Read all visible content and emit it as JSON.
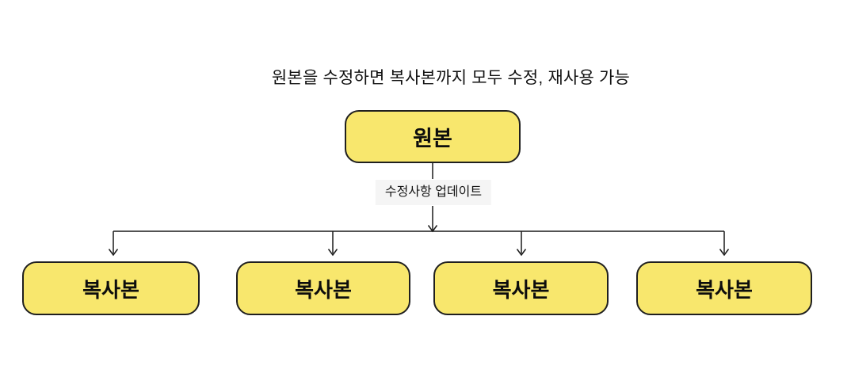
{
  "title": "원본을 수정하면 복사본까지 모두 수정, 재사용 가능",
  "diagram": {
    "root_node": {
      "label": "원본"
    },
    "edge_label": "수정사항 업데이트",
    "child_nodes": [
      {
        "label": "복사본"
      },
      {
        "label": "복사본"
      },
      {
        "label": "복사본"
      },
      {
        "label": "복사본"
      }
    ]
  },
  "colors": {
    "canvas-bg": "#ffffff",
    "node-fill": "#F8E76D",
    "node-border": "#1f1f1f",
    "line-color": "#1a1a1a",
    "edge-label-bg": "#f5f5f5",
    "title-color": "#111111"
  }
}
